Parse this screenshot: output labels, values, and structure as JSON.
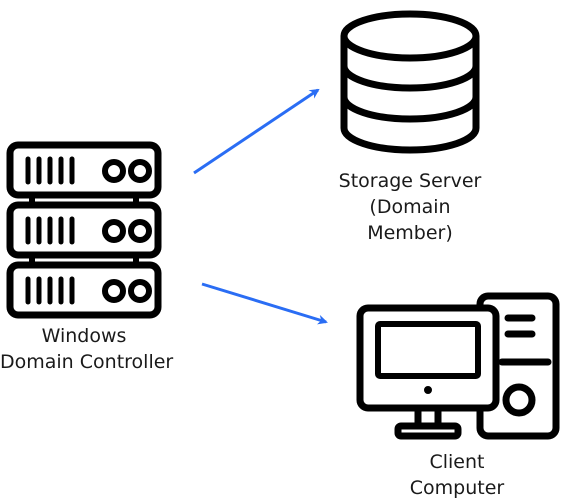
{
  "nodes": {
    "domain_controller": {
      "icon": "server-rack-icon",
      "label_lines": [
        "Windows",
        "Domain Controller"
      ]
    },
    "storage_server": {
      "icon": "database-icon",
      "label_lines": [
        "Storage Server",
        "(Domain",
        "Member)"
      ]
    },
    "client_computer": {
      "icon": "desktop-computer-icon",
      "label_lines": [
        "Client",
        "Computer"
      ]
    }
  },
  "edges": [
    {
      "from": "domain_controller",
      "to": "storage_server"
    },
    {
      "from": "domain_controller",
      "to": "client_computer"
    }
  ],
  "colors": {
    "icon_stroke": "#000000",
    "arrow": "#2a6df4",
    "text": "#1a1a1a"
  }
}
